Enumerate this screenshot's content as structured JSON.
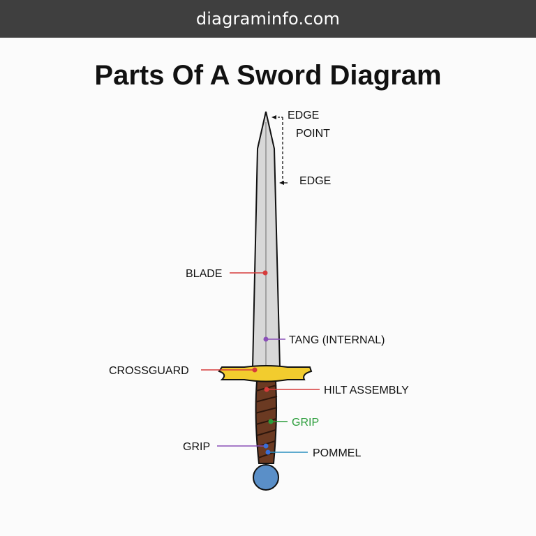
{
  "header": {
    "site": "diagraminfo.com"
  },
  "title": "Parts Of A Sword Diagram",
  "labels": {
    "edge_top": "EDGE",
    "point": "POINT",
    "edge_lower": "EDGE",
    "blade": "BLADE",
    "tang": "TANG (INTERNAL)",
    "crossguard": "CROSSGUARD",
    "hilt_assembly": "HILT ASSEMBLY",
    "grip_right": "GRIP",
    "grip_left": "GRIP",
    "pommel": "POMMEL"
  },
  "colors": {
    "blade": "#d8d8d8",
    "crossguard": "#f2cc2e",
    "grip": "#6b3a22",
    "pommel": "#5a8fc8",
    "blade_leader": "#d63a3a",
    "crossguard_leader": "#d63a3a",
    "hilt_leader": "#d63a3a",
    "tang_leader": "#8a4fb8",
    "grip_right_leader": "#2a9d3a",
    "grip_left_leader": "#8a4fb8",
    "pommel_leader": "#2a8fc0"
  }
}
